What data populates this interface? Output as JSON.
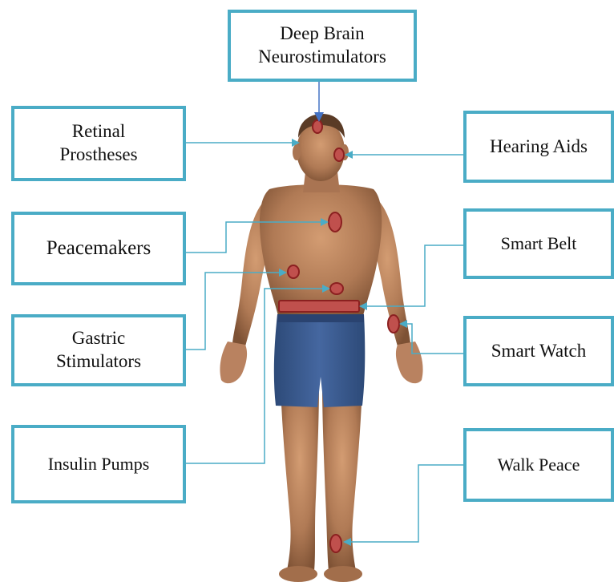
{
  "labels": {
    "deep_brain": {
      "line1": "Deep Brain",
      "line2": "Neurostimulators"
    },
    "retinal": {
      "line1": "Retinal",
      "line2": "Prostheses"
    },
    "hearing": {
      "text": "Hearing Aids"
    },
    "peacemakers": {
      "text": "Peacemakers"
    },
    "smart_belt": {
      "text": "Smart Belt"
    },
    "gastric": {
      "line1": "Gastric",
      "line2": "Stimulators"
    },
    "smart_watch": {
      "text": "Smart Watch"
    },
    "insulin": {
      "text": "Insulin Pumps"
    },
    "walk_peace": {
      "text": "Walk Peace"
    }
  },
  "colors": {
    "box_border": "#4aacc6",
    "connector": "#4aacc6",
    "device_marker": "#c0504d",
    "marker_outline": "#8b2020",
    "skin": "#b07a55",
    "shorts": "#3a5a8c"
  }
}
